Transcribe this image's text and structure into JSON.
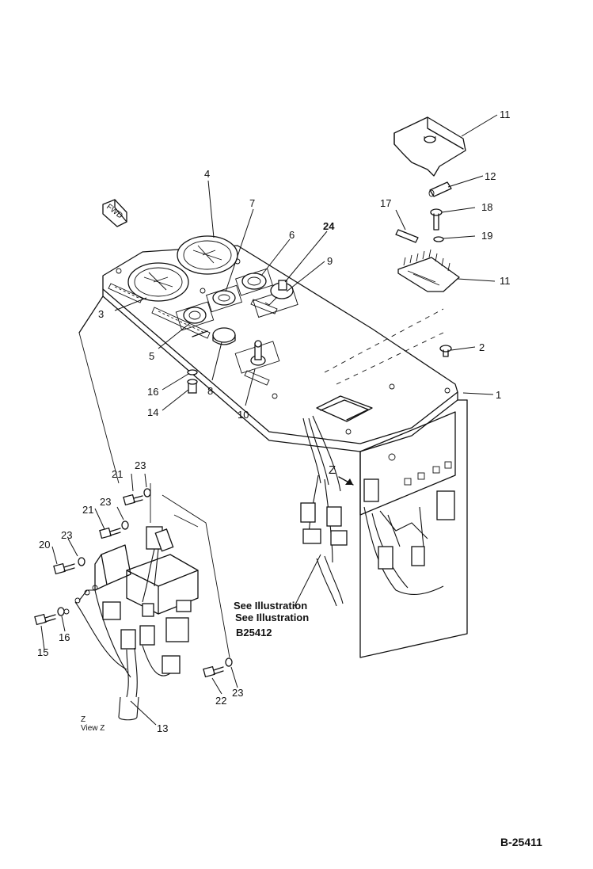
{
  "diagram": {
    "part_labels": {
      "p1": "1",
      "p2": "2",
      "p3": "3",
      "p4": "4",
      "p5": "5",
      "p6": "6",
      "p7": "7",
      "p8": "8",
      "p9": "9",
      "p10": "10",
      "p11a": "11",
      "p11b": "11",
      "p12": "12",
      "p13": "13",
      "p14": "14",
      "p15": "15",
      "p16a": "16",
      "p16b": "16",
      "p17": "17",
      "p18": "18",
      "p19": "19",
      "p20": "20",
      "p21a": "21",
      "p21b": "21",
      "p22": "22",
      "p23a": "23",
      "p23b": "23",
      "p23c": "23",
      "p23d": "23",
      "p24": "24"
    },
    "fwd_label": "FWD",
    "z_arrow_label": "Z",
    "notes": [
      "See Illustration",
      "See Illustration",
      "B25412"
    ],
    "view_label": {
      "line1": "Z",
      "line2": "View Z"
    },
    "reference": "B-25411"
  }
}
